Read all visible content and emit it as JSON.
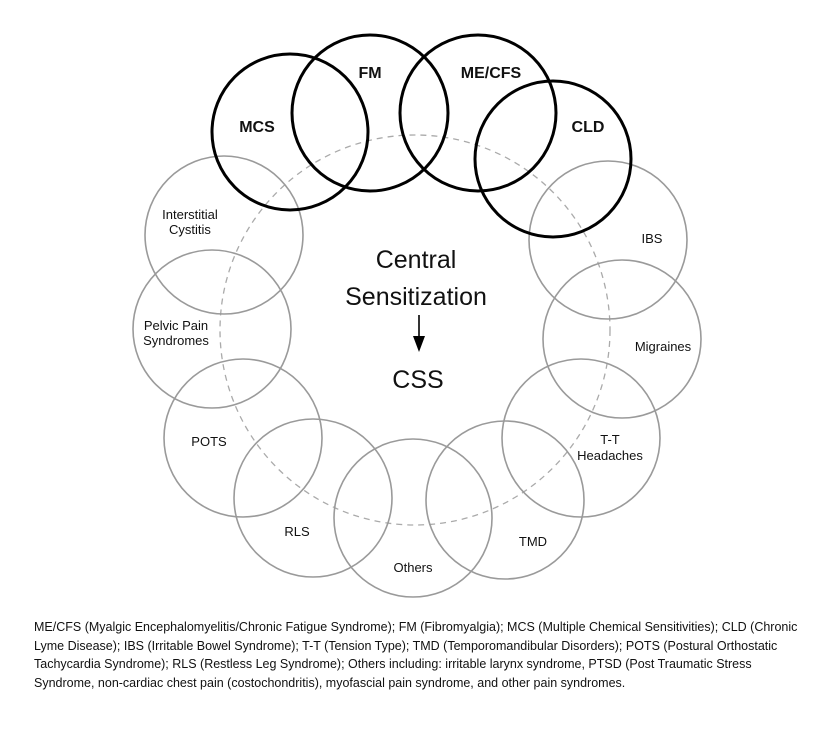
{
  "center": {
    "line1": "Central",
    "line2": "Sensitization",
    "result": "CSS"
  },
  "primary_conditions": [
    {
      "key": "mcs",
      "label": "MCS"
    },
    {
      "key": "fm",
      "label": "FM"
    },
    {
      "key": "mecfs",
      "label": "ME/CFS"
    },
    {
      "key": "cld",
      "label": "CLD"
    }
  ],
  "secondary_conditions": [
    {
      "key": "ibs",
      "lines": [
        "IBS"
      ]
    },
    {
      "key": "migraines",
      "lines": [
        "Migraines"
      ]
    },
    {
      "key": "tt-headaches",
      "lines": [
        "T-T",
        "Headaches"
      ]
    },
    {
      "key": "tmd",
      "lines": [
        "TMD"
      ]
    },
    {
      "key": "others",
      "lines": [
        "Others"
      ]
    },
    {
      "key": "rls",
      "lines": [
        "RLS"
      ]
    },
    {
      "key": "pots",
      "lines": [
        "POTS"
      ]
    },
    {
      "key": "pelvic-pain",
      "lines": [
        "Pelvic Pain",
        "Syndromes"
      ]
    },
    {
      "key": "interstitial-cystitis",
      "lines": [
        "Interstitial",
        "Cystitis"
      ]
    }
  ],
  "legend": "ME/CFS (Myalgic Encephalomyelitis/Chronic Fatigue Syndrome); FM (Fibromyalgia); MCS (Multiple Chemical Sensitivities); CLD (Chronic Lyme Disease); IBS (Irritable Bowel Syndrome); T-T (Tension Type); TMD (Temporomandibular Disorders); POTS (Postural Orthostatic Tachycardia Syndrome); RLS (Restless Leg Syndrome); Others including: irritable larynx syndrome, PTSD (Post Traumatic Stress Syndrome, non-cardiac chest pain (costochondritis), myofascial pain syndrome, and other pain syndromes.",
  "colors": {
    "primary_stroke": "#000000",
    "secondary_stroke": "#9a9a9a",
    "dashed_ring": "#aaaaaa",
    "text": "#111111"
  }
}
